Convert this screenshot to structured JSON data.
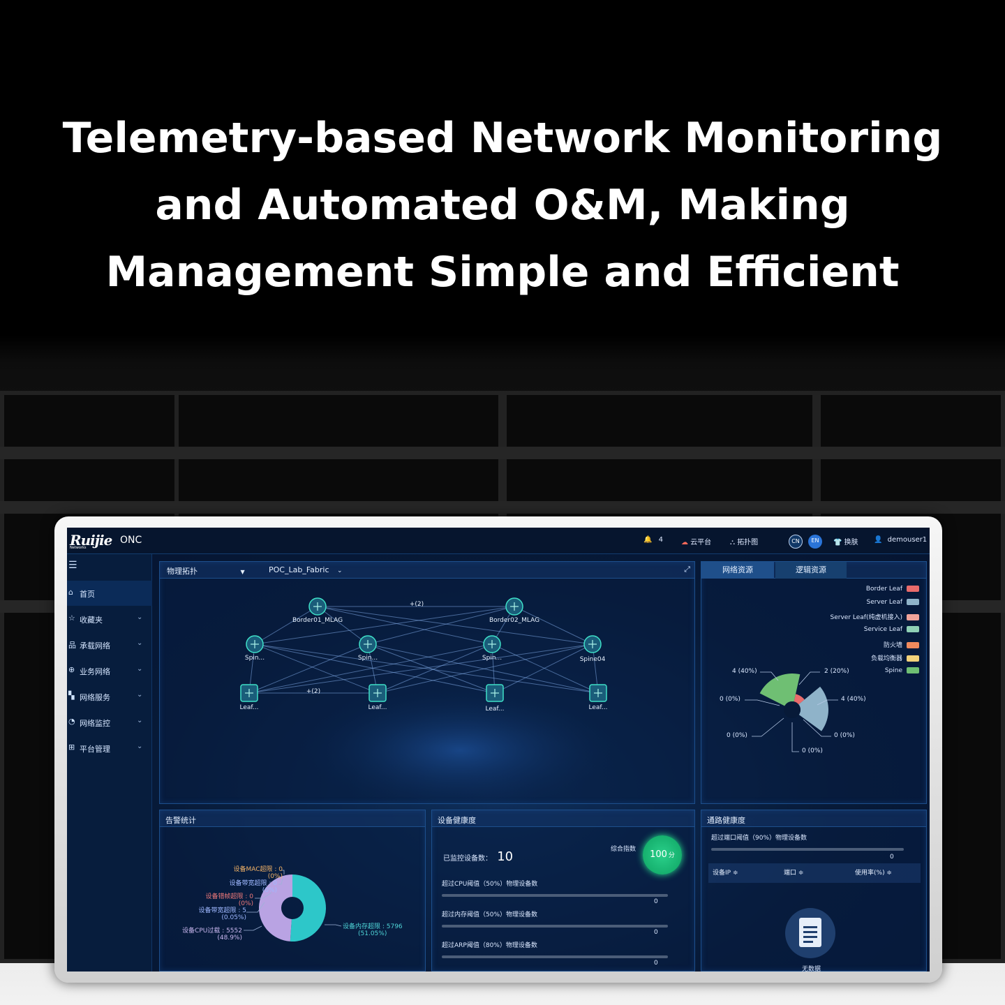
{
  "headline": {
    "line1": "Telemetry-based Network Monitoring",
    "line2": "and Automated O&M, Making",
    "line3": "Management Simple and Efficient"
  },
  "app": {
    "logo": "Ruijie",
    "logo_sub": "Networks",
    "product": "ONC",
    "alerts_count": "4",
    "cloud_label": "云平台",
    "topology_label": "拓扑图",
    "lang_cn": "CN",
    "lang_en": "EN",
    "skin_label": "换肤",
    "user": "demouser1"
  },
  "sidebar": {
    "items": [
      {
        "label": "首页",
        "icon": "home-icon"
      },
      {
        "label": "收藏夹",
        "icon": "star-icon"
      },
      {
        "label": "承载网络",
        "icon": "network-icon"
      },
      {
        "label": "业务网络",
        "icon": "globe-icon"
      },
      {
        "label": "网络服务",
        "icon": "service-icon"
      },
      {
        "label": "网络监控",
        "icon": "monitor-icon"
      },
      {
        "label": "平台管理",
        "icon": "grid-icon"
      }
    ]
  },
  "topology": {
    "view_select": "物理拓扑",
    "fabric_select": "POC_Lab_Fabric",
    "link_count_top": "+(2)",
    "link_count_bottom": "+(2)",
    "nodes": {
      "border1": "Border01_MLAG",
      "border2": "Border02_MLAG",
      "spine1": "Spin...",
      "spine2": "Spin...",
      "spine3": "Spin...",
      "spine4": "Spine04",
      "leaf1": "Leaf...",
      "leaf2": "Leaf...",
      "leaf3": "Leaf...",
      "leaf4": "Leaf..."
    }
  },
  "resources": {
    "tab_network": "网络资源",
    "tab_logic": "逻辑资源",
    "legend": [
      {
        "label": "Border Leaf",
        "color": "#e96b6b"
      },
      {
        "label": "Server Leaf",
        "color": "#8fb3c9"
      },
      {
        "label": "Server Leaf(纯虚机接入)",
        "color": "#f0a39a"
      },
      {
        "label": "Service Leaf",
        "color": "#8fd0b5"
      },
      {
        "label": "防火墙",
        "color": "#f08a5d"
      },
      {
        "label": "负载均衡器",
        "color": "#f2d27a"
      },
      {
        "label": "Spine",
        "color": "#6fbf73"
      }
    ],
    "labels": {
      "spine": "4 (40%)",
      "border_leaf": "2 (20%)",
      "server_leaf": "4 (40%)",
      "lb": "0 (0%)",
      "fw": "0 (0%)",
      "service_leaf": "0 (0%)",
      "server_leaf_vm": "0 (0%)"
    }
  },
  "chart_data": {
    "type": "pie",
    "categories": [
      "Spine",
      "Border Leaf",
      "Server Leaf",
      "Server Leaf(纯虚机接入)",
      "Service Leaf",
      "防火墙",
      "负载均衡器"
    ],
    "values": [
      4,
      2,
      4,
      0,
      0,
      0,
      0
    ]
  },
  "alarms": {
    "title": "告警统计",
    "mac": "设备MAC超限 : 0",
    "mac_pct": "(0%)",
    "bw": "设备带宽超限 : 0",
    "bw_pct": "(0%)",
    "err": "设备错帧超限 : 0",
    "err_pct": "(0%)",
    "bw2": "设备带宽超限 : 5",
    "bw2_pct": "(0.05%)",
    "cpu": "设备CPU过载 : 5552",
    "cpu_pct": "(48.9%)",
    "mem": "设备内存超限 : 5796",
    "mem_pct": "(51.05%)",
    "values": [
      0,
      0,
      0,
      5,
      5552,
      5796
    ],
    "colors": {
      "cpu": "#b9a3e3",
      "mem": "#2dc7c9"
    }
  },
  "health": {
    "title": "设备健康度",
    "monitored_label": "已监控设备数：",
    "monitored_value": "10",
    "score_label": "综合指数",
    "score": "100",
    "score_unit": "分",
    "rows": [
      {
        "label": "超过CPU阈值（50%）物理设备数",
        "value": "0"
      },
      {
        "label": "超过内存阈值（50%）物理设备数",
        "value": "0"
      },
      {
        "label": "超过ARP阈值（80%）物理设备数",
        "value": "0"
      }
    ]
  },
  "links": {
    "title": "通路健康度",
    "row_label": "超过端口阈值（90%）物理设备数",
    "row_value": "0",
    "col_ip": "设备IP ≑",
    "col_port": "端口 ≑",
    "col_usage": "使用率(%) ≑",
    "empty": "无数据"
  }
}
